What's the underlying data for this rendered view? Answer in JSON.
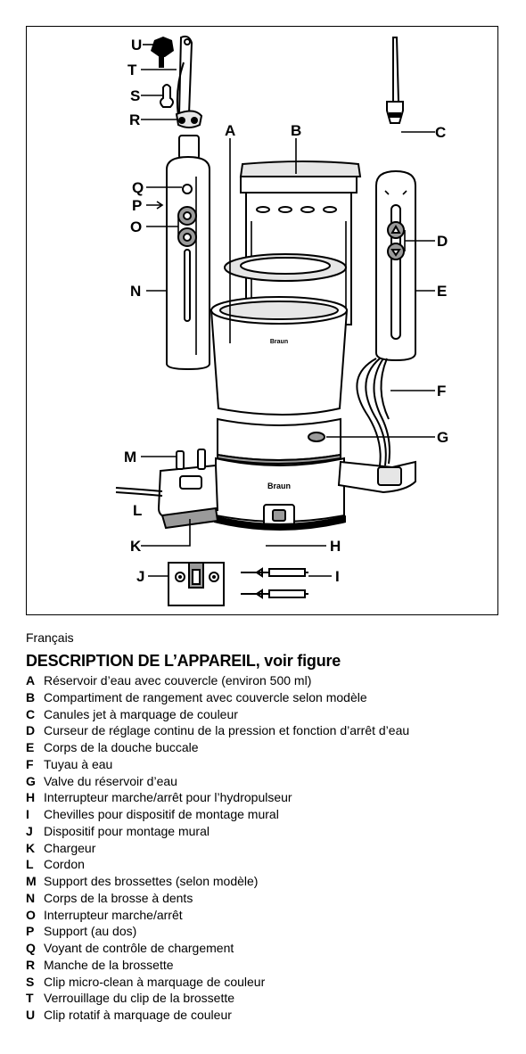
{
  "language": "Français",
  "title": "DESCRIPTION DE L’APPAREIL, voir figure",
  "figure_labels": {
    "U": "U",
    "T": "T",
    "S": "S",
    "R": "R",
    "A": "A",
    "B": "B",
    "C": "C",
    "Q": "Q",
    "P": "P",
    "O": "O",
    "D": "D",
    "N": "N",
    "E": "E",
    "F": "F",
    "G": "G",
    "M": "M",
    "L": "L",
    "K": "K",
    "H": "H",
    "J": "J",
    "I": "I"
  },
  "device_brand": "Braun",
  "reservoir_text": "Braun",
  "legend": [
    {
      "key": "A",
      "text": "Réservoir d’eau avec couvercle (environ 500 ml)"
    },
    {
      "key": "B",
      "text": "Compartiment de rangement avec couvercle selon modèle"
    },
    {
      "key": "C",
      "text": "Canules jet à marquage de couleur"
    },
    {
      "key": "D",
      "text": "Curseur de réglage continu de la pression et fonction d’arrêt d’eau"
    },
    {
      "key": "E",
      "text": "Corps de la douche buccale"
    },
    {
      "key": "F",
      "text": "Tuyau à eau"
    },
    {
      "key": "G",
      "text": "Valve du réservoir d’eau"
    },
    {
      "key": "H",
      "text": "Interrupteur marche/arrêt pour l’hydropulseur"
    },
    {
      "key": "I",
      "text": "Chevilles pour dispositif de montage mural"
    },
    {
      "key": "J",
      "text": "Dispositif pour montage mural"
    },
    {
      "key": "K",
      "text": "Chargeur"
    },
    {
      "key": "L",
      "text": "Cordon"
    },
    {
      "key": "M",
      "text": "Support des brossettes (selon modèle)"
    },
    {
      "key": "N",
      "text": "Corps de la brosse à dents"
    },
    {
      "key": "O",
      "text": "Interrupteur marche/arrêt"
    },
    {
      "key": "P",
      "text": "Support (au dos)"
    },
    {
      "key": "Q",
      "text": "Voyant de contrôle de chargement"
    },
    {
      "key": "R",
      "text": "Manche de la brossette"
    },
    {
      "key": "S",
      "text": "Clip micro-clean à marquage de couleur"
    },
    {
      "key": "T",
      "text": "Verrouillage du clip de la brossette"
    },
    {
      "key": "U",
      "text": "Clip rotatif à marquage de couleur"
    }
  ]
}
